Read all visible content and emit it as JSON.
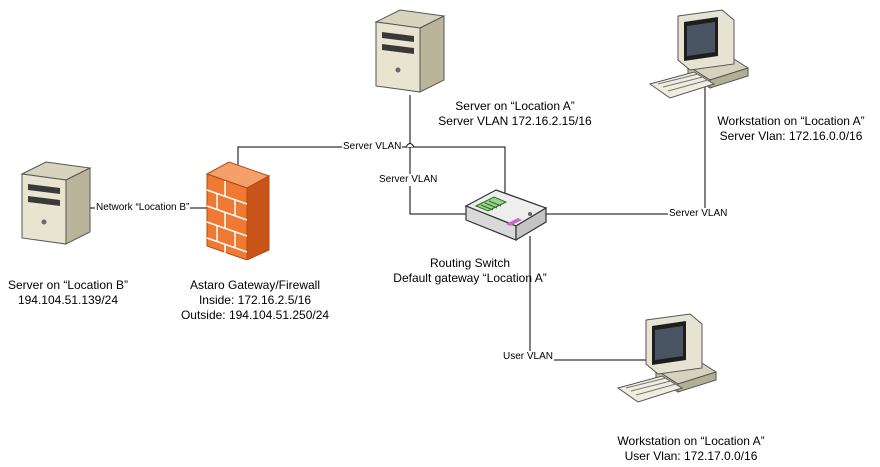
{
  "devices": {
    "server_a": {
      "line1": "Server on “Location A”",
      "line2": "Server VLAN 172.16.2.15/16"
    },
    "server_b": {
      "line1": "Server on “Location B”",
      "line2": "194.104.51.139/24"
    },
    "firewall": {
      "line1": "Astaro Gateway/Firewall",
      "line2": "Inside: 172.16.2.5/16",
      "line3": "Outside: 194.104.51.250/24"
    },
    "switch": {
      "line1": "Routing Switch",
      "line2": "Default gateway “Location A”"
    },
    "workstation_server_vlan": {
      "line1": "Workstation on “Location A”",
      "line2": "Server Vlan: 172.16.0.0/16"
    },
    "workstation_user_vlan": {
      "line1": "Workstation on “Location A”",
      "line2": "User Vlan: 172.17.0.0/16"
    }
  },
  "links": {
    "server_vlan_top": "Server VLAN",
    "server_vlan_left": "Server VLAN",
    "server_vlan_right": "Server VLAN",
    "network_location_b": "Network “Location B”",
    "user_vlan": "User VLAN"
  },
  "colors": {
    "firewall_brick": "#f07a33",
    "firewall_mortar": "#ffffff",
    "server_case": "#e8e4cf",
    "server_dark": "#3a3a3a",
    "workstation_body": "#e6e3d3",
    "screen": "#1e1e1e",
    "wire": "#000000"
  },
  "icons": {
    "server_a": "server-tower-icon",
    "server_b": "server-tower-icon",
    "firewall": "brick-firewall-icon",
    "switch": "routing-switch-icon",
    "workstation_server_vlan": "desktop-workstation-icon",
    "workstation_user_vlan": "desktop-workstation-icon"
  }
}
